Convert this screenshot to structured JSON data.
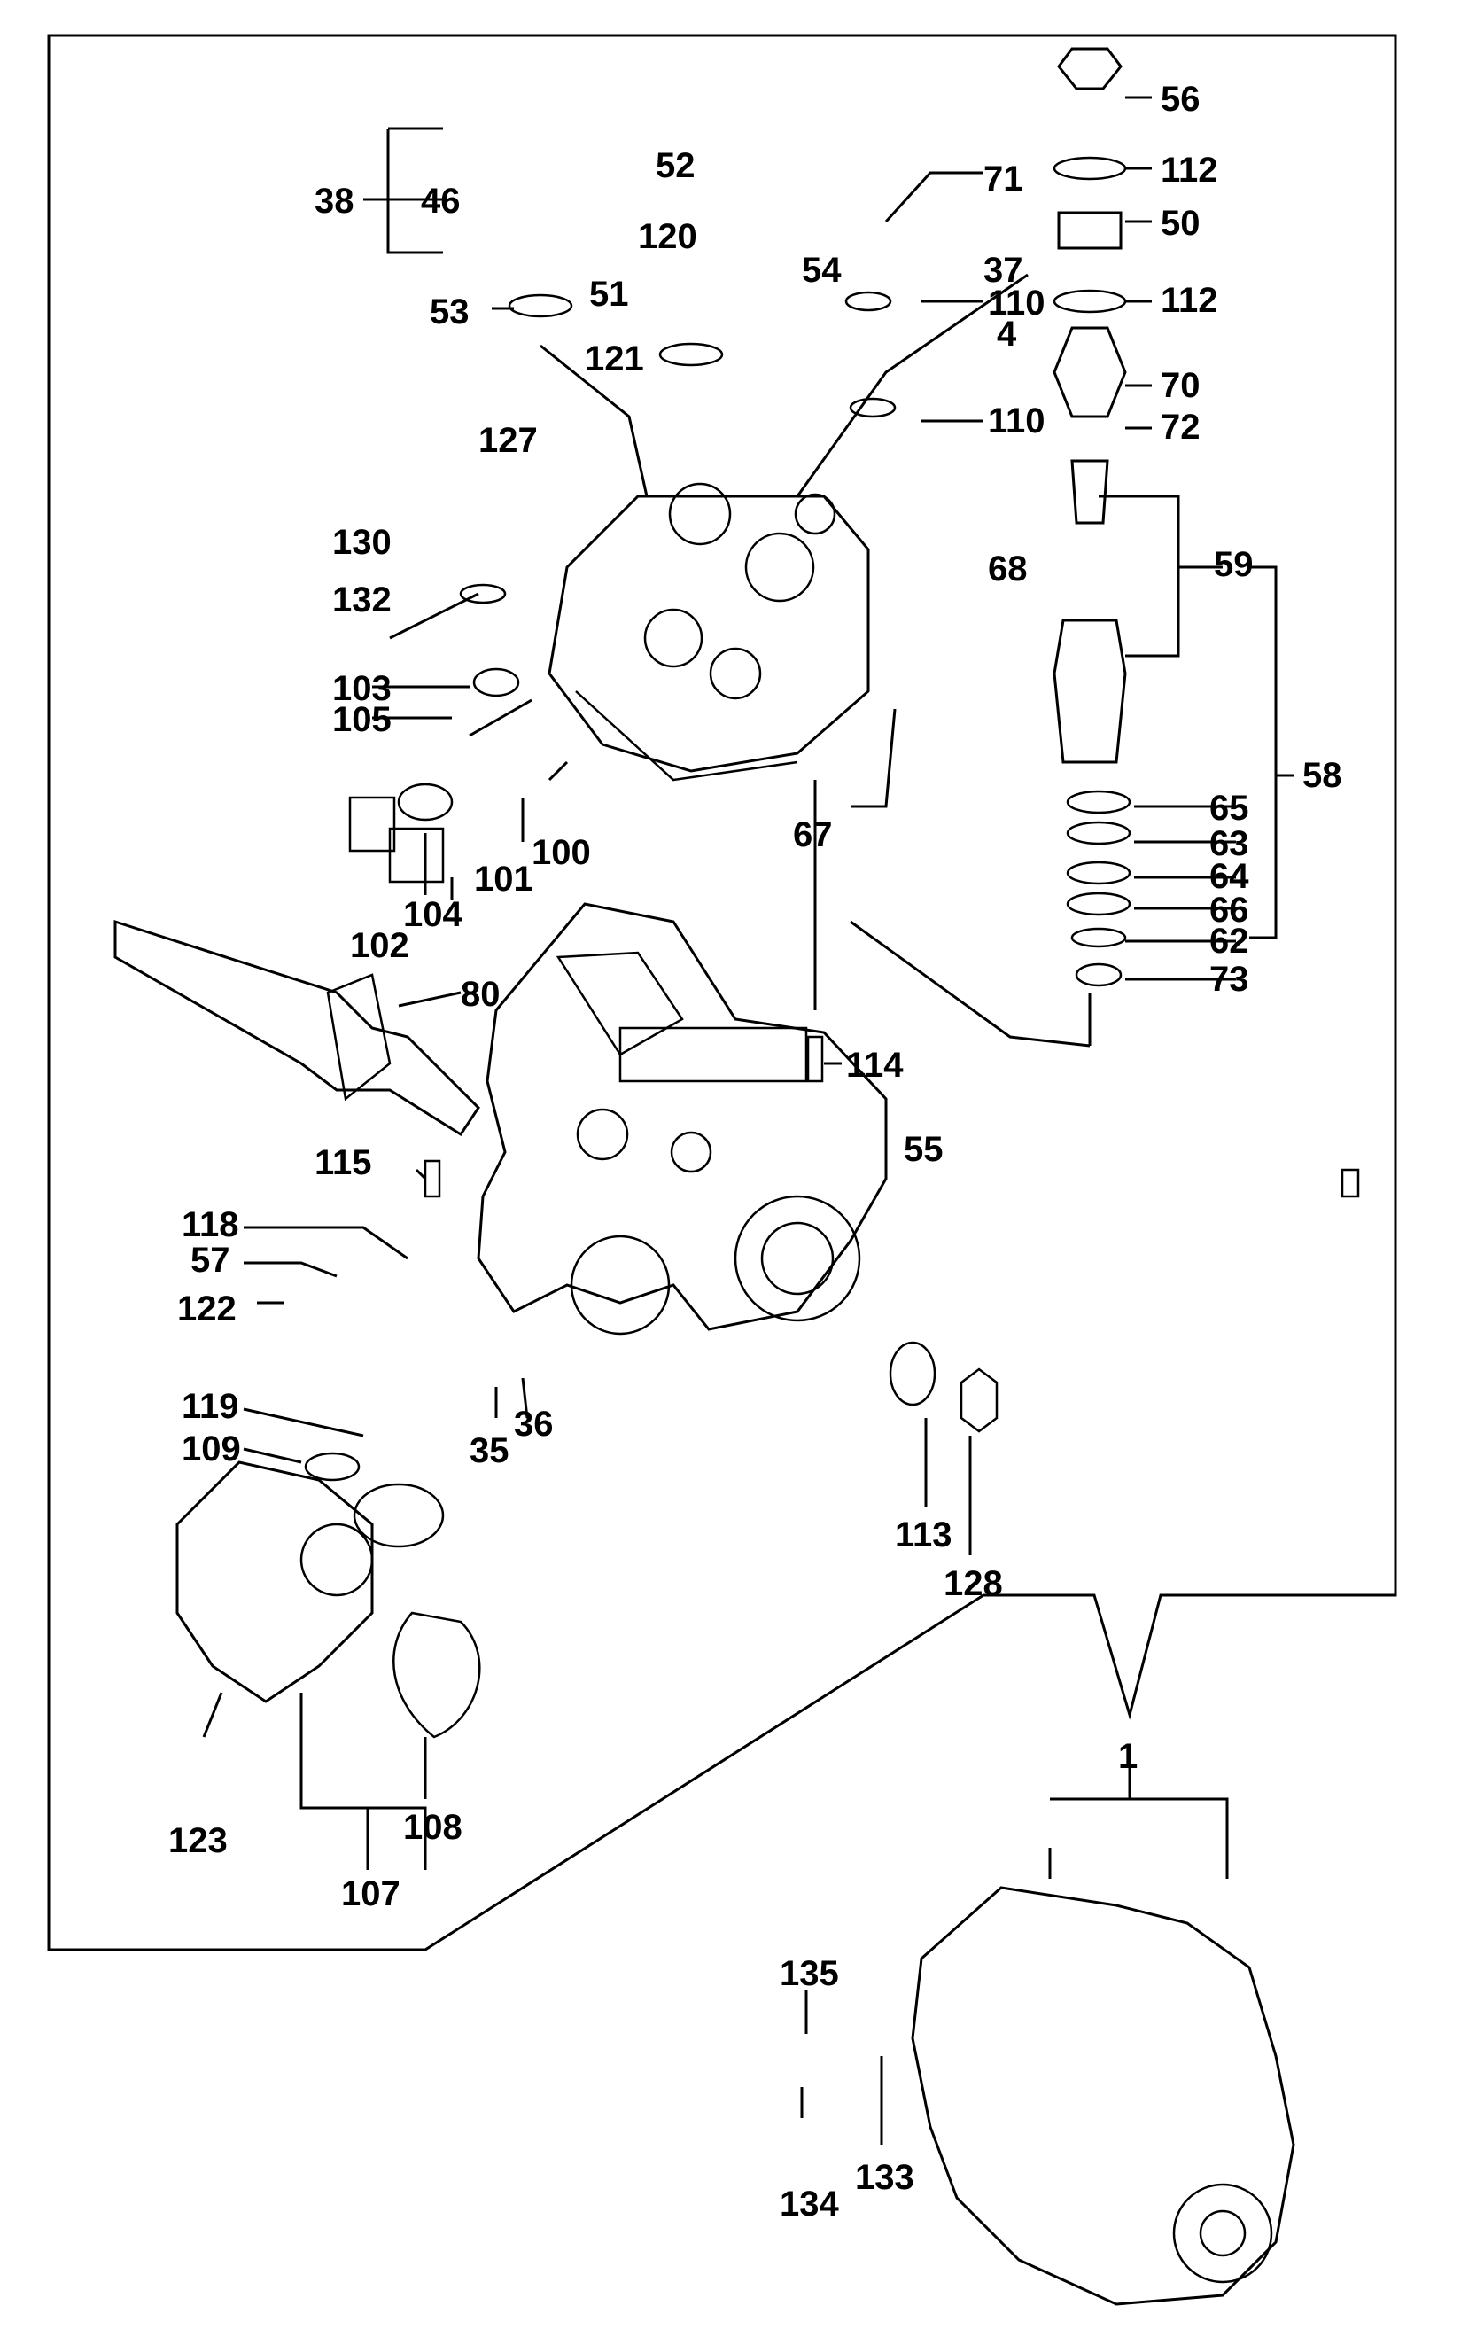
{
  "diagram": {
    "labels": [
      "1",
      "4",
      "35",
      "36",
      "37",
      "38",
      "46",
      "50",
      "51",
      "52",
      "53",
      "54",
      "55",
      "56",
      "57",
      "58",
      "59",
      "62",
      "63",
      "64",
      "65",
      "66",
      "67",
      "68",
      "70",
      "71",
      "72",
      "73",
      "80",
      "100",
      "101",
      "102",
      "103",
      "104",
      "105",
      "107",
      "108",
      "109",
      "110",
      "110",
      "112",
      "112",
      "113",
      "114",
      "115",
      "118",
      "119",
      "120",
      "121",
      "122",
      "123",
      "127",
      "128",
      "130",
      "132",
      "133",
      "134",
      "135"
    ]
  }
}
